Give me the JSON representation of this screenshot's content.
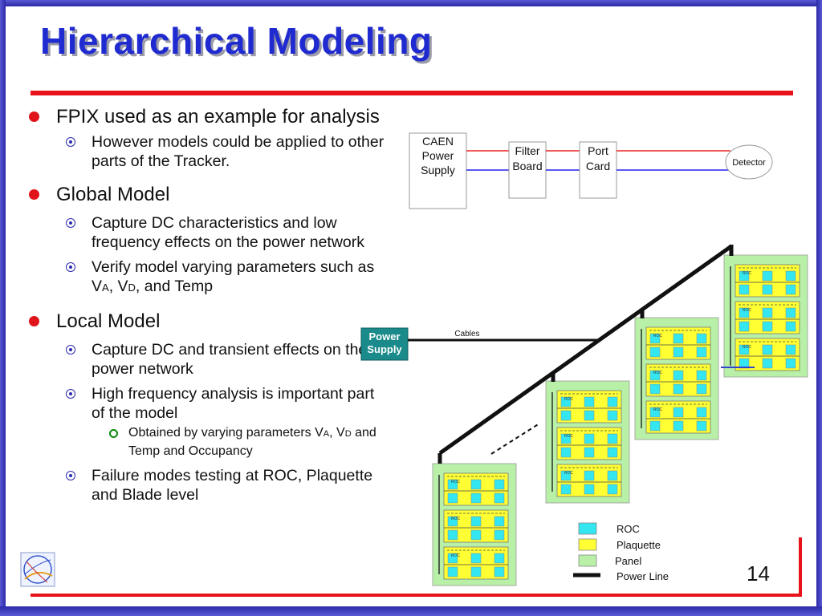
{
  "slide": {
    "title": "Hierarchical Modeling",
    "page_number": "14"
  },
  "bullets": {
    "fpix": {
      "text": "FPIX used as an example for analysis",
      "sub": "However models could be applied to other parts of the Tracker."
    },
    "global": {
      "text": "Global Model",
      "sub1": "Capture DC characteristics and low frequency effects on the power network",
      "sub2_pre": "Verify model varying parameters such as V",
      "sub2_a": "A",
      "sub2_mid": ", V",
      "sub2_d": "D",
      "sub2_post": ", and Temp"
    },
    "local": {
      "text": "Local Model",
      "sub1": "Capture DC and transient effects on the power network",
      "sub2": "High frequency analysis is important part of the model",
      "sub3_pre": "Obtained by varying parameters V",
      "sub3_a": "A",
      "sub3_mid": ", V",
      "sub3_d": "D",
      "sub3_post": " and Temp and Occupancy",
      "sub4": "Failure modes testing at ROC, Plaquette and Blade level"
    }
  },
  "diagram": {
    "caen_line1": "CAEN",
    "caen_line2": "Power",
    "caen_line3": "Supply",
    "filter_line1": "Filter",
    "filter_line2": "Board",
    "port_line1": "Port",
    "port_line2": "Card",
    "detector": "Detector",
    "ps_line1": "Power",
    "ps_line2": "Supply",
    "cables": "Cables",
    "roc_small": "ROC"
  },
  "legend": {
    "roc": "ROC",
    "plaquette": "Plaquette",
    "panel": "Panel",
    "power_line": "Power Line"
  },
  "colors": {
    "title": "#1f2bd0",
    "accent_red": "#e8121a",
    "panel": "#b8f0a8",
    "plaquette": "#ffff33",
    "roc": "#33e6f0",
    "power_supply": "#1a8a8a"
  }
}
